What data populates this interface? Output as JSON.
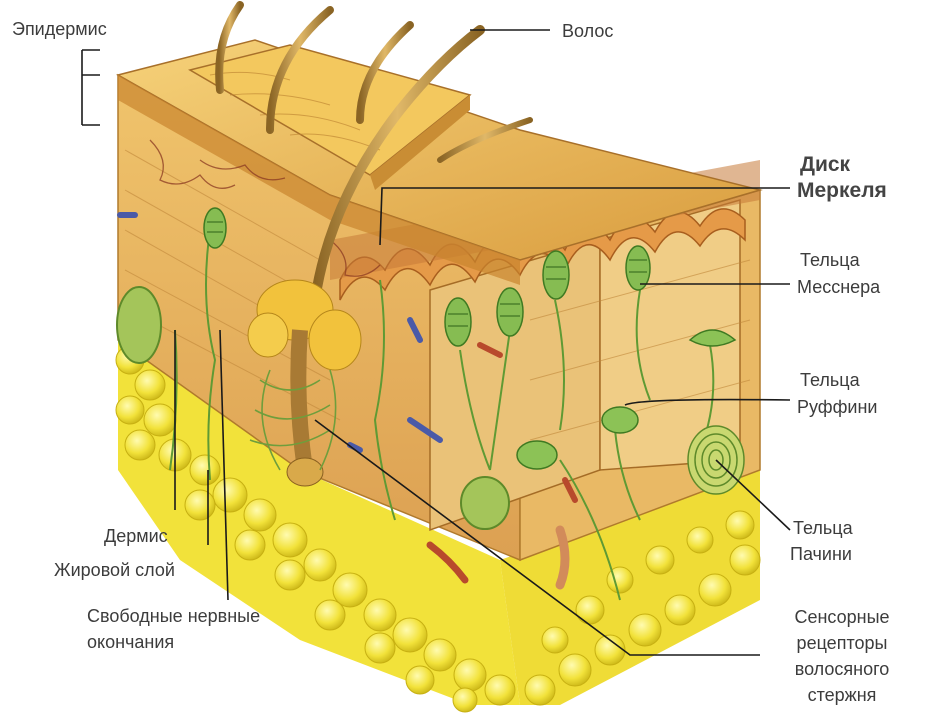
{
  "labels": {
    "epidermis": "Эпидермис",
    "hair": "Волос",
    "merkel_1": "Диск",
    "merkel_2": "Меркеля",
    "meissner_1": "Тельца",
    "meissner_2": "Месснера",
    "ruffini_1": "Тельца",
    "ruffini_2": "Руффини",
    "pacini_1": "Тельца",
    "pacini_2": "Пачини",
    "sensory_1": "Сенсорные",
    "sensory_2": "рецепторы",
    "sensory_3": "волосяного",
    "sensory_4": "стержня",
    "dermis": "Дермис",
    "fat": "Жировой слой",
    "free_1": "Свободные нервные",
    "free_2": "окончания"
  },
  "colors": {
    "fat": "#f2e23a",
    "fat_dark": "#d6c21a",
    "dermis": "#e7b45a",
    "dermis_dark": "#c98a38",
    "epidermis_top": "#e9b84c",
    "papillae": "#e6a24e",
    "hair": "#b98b3c",
    "receptor": "#7bb04a",
    "receptor_dark": "#4f8a2c",
    "line": "#1a1a1a",
    "text": "#3c3c3c"
  }
}
